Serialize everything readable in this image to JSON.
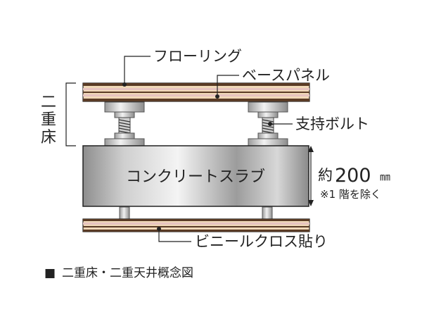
{
  "labels": {
    "flooring": "フローリング",
    "base_panel": "ベースパネル",
    "support_bolt": "支持ボルト",
    "concrete_slab": "コンクリートスラブ",
    "vinyl_cloth": "ビニールクロス貼り",
    "double_floor": [
      "二",
      "重",
      "床"
    ]
  },
  "dimension": {
    "prefix": "約",
    "value": "200",
    "unit": "㎜",
    "note": "※1 階を除く"
  },
  "caption": {
    "marker": "■",
    "text": "二重床・二重天井概念図"
  },
  "colors": {
    "panel_brown": "#5a3b25",
    "panel_tan": "#f0d8b8",
    "panel_pink": "#e7c4c0",
    "steel_light": "#e8e8e8",
    "steel_dark": "#8d8d8d",
    "outline": "#222222"
  }
}
